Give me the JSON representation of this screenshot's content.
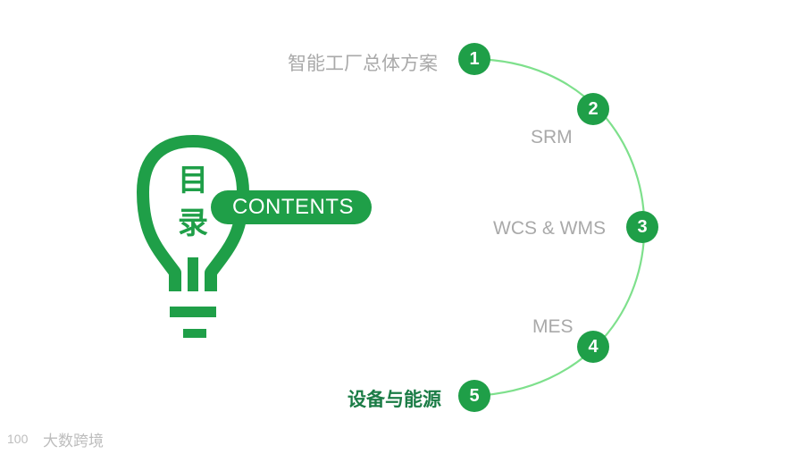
{
  "bulb": {
    "title_line1": "目",
    "title_line2": "录",
    "badge": "CONTENTS",
    "icon": "lightbulb-icon"
  },
  "toc": {
    "items": [
      {
        "num": "1",
        "label": "智能工厂总体方案"
      },
      {
        "num": "2",
        "label": "SRM"
      },
      {
        "num": "3",
        "label": "WCS & WMS"
      },
      {
        "num": "4",
        "label": "MES"
      },
      {
        "num": "5",
        "label": "设备与能源"
      }
    ],
    "active_index": 4
  },
  "watermark": {
    "logo_text": "100",
    "text": "大数跨境"
  },
  "colors": {
    "primary_green": "#1f9f48",
    "active_label": "#1b7c46",
    "arc_green": "#7ee08c",
    "inactive_label": "#a9a9a9"
  }
}
